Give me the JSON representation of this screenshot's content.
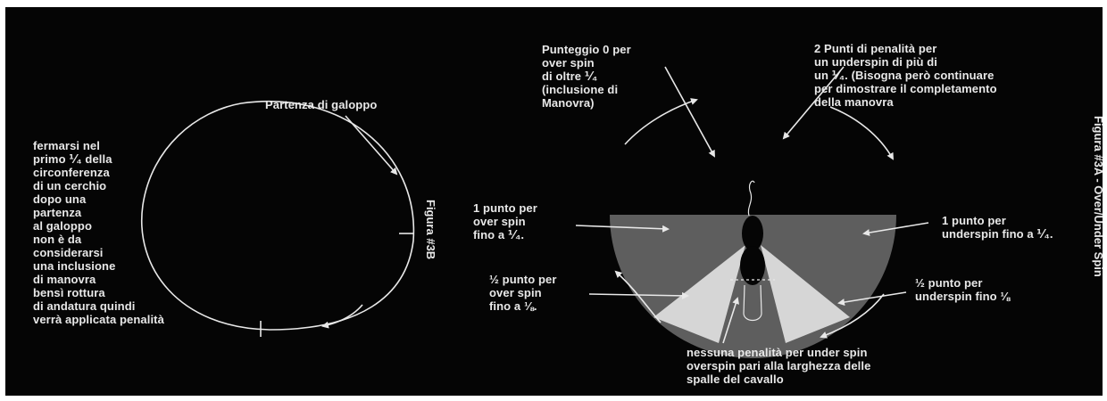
{
  "left_diagram": {
    "start_label": "Partenza di galoppo",
    "figure_label": "Figura #3B",
    "description": "fermarsi nel\nprimo ⅟₄ della\ncirconferenza\ndi un cerchio\ndopo una\npartenza\nal galoppo\nnon è da\nconsiderarsi\nuna inclusione\ndi manovra\nbensì rottura\ndi andatura quindi\nverrà applicata penalità"
  },
  "right_diagram": {
    "figure_label": "Figura #3A - Over/Under Spin",
    "top_left_note": "Punteggio 0 per\nover spin\ndi oltre ⅟₄\n(inclusione di\nManovra)",
    "top_right_note": "2 Punti di penalità per\nun underspin di più di\nun ⅟₄. (Bisogna però continuare\nper dimostrare il completamento\ndella manovra",
    "left_one_point": "1 punto per\nover spin\nfino a ⅟₄.",
    "right_one_point": "1 punto per\nunderspin fino a ⅟₄.",
    "left_half_point": "½ punto per\nover spin\nfino a ⅛.",
    "right_half_point": "½ punto per\nunderspin fino ⅛",
    "bottom_note": "nessuna penalità per under spin\noverspin pari alla larghezza delle\nspalle del cavallo"
  },
  "colors": {
    "background": "#050505",
    "text": "#e8e8e8",
    "grey_zone": "#5e5e5e",
    "light_zone": "#d6d6d6"
  }
}
